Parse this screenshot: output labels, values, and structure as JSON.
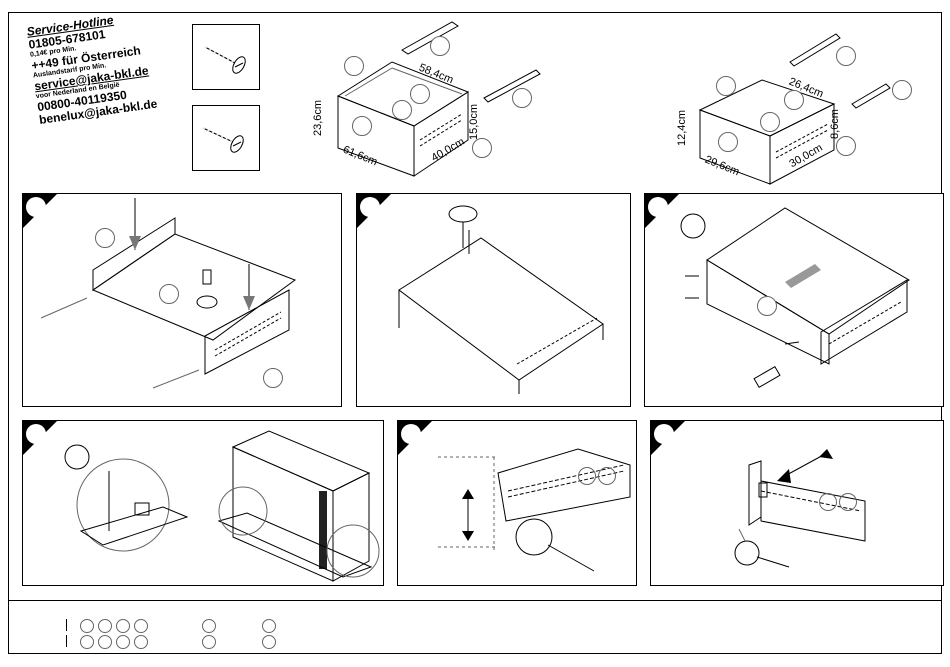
{
  "service": {
    "title": "Service-Hotline",
    "phone": "01805-678101",
    "phone_note": "0,14€ pro Min.",
    "austria_phone": "++49 für Österreich",
    "austria_note": "Auslandstarif pro Min.",
    "email": "service@jaka-bkl.de",
    "benelux_note": "voor Nederland en België",
    "benelux_phone": "00800-40119350",
    "benelux_email": "benelux@jaka-bkl.de"
  },
  "large_drawer": {
    "depth": "58,4cm",
    "height": "23,6cm",
    "width": "61,6cm",
    "side_height": "15,0cm",
    "side_depth": "40,0cm"
  },
  "small_drawer": {
    "depth": "26,4cm",
    "height": "12,4cm",
    "width": "29,6cm",
    "side_height": "8,6cm",
    "side_depth": "30,0cm"
  },
  "icons": {
    "screw": "screw-icon",
    "screwdriver": "screwdriver-icon",
    "rotate": "rotate-arrows-icon",
    "step_marker": "step-number-marker"
  },
  "colors": {
    "line": "#000000",
    "fill_gray": "#aaaaaa",
    "callout_stroke": "#666666"
  }
}
